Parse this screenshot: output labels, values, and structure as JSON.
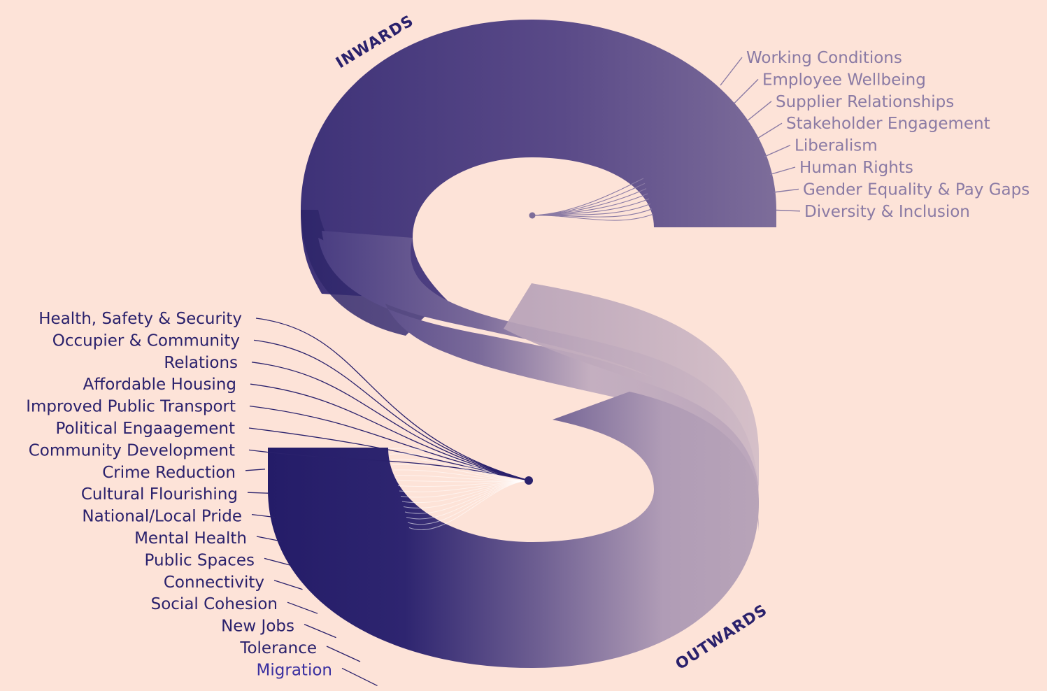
{
  "diagram": {
    "direction_top": "INWARDS",
    "direction_bottom": "OUTWARDS",
    "inward_topics": [
      "Working Conditions",
      "Employee Wellbeing",
      "Supplier Relationships",
      "Stakeholder Engagement",
      "Liberalism",
      "Human Rights",
      "Gender Equality & Pay Gaps",
      "Diversity & Inclusion"
    ],
    "outward_topics": [
      "Health, Safety & Security",
      "Occupier & Community",
      "Relations",
      "Affordable Housing",
      "Improved Public Transport",
      "Political Engaagement",
      "Community Development",
      "Crime Reduction",
      "Cultural Flourishing",
      "National/Local Pride",
      "Mental Health",
      "Public Spaces",
      "Connectivity",
      "Social Cohesion",
      "New Jobs",
      "Tolerance",
      "Migration"
    ]
  },
  "colors": {
    "background": "#fde3d8",
    "dark_purple": "#2a216c",
    "mid_purple": "#574a8c",
    "light_purple": "#7d6d9a",
    "pale_mauve": "#cdb8c4",
    "inward_text": "#8a7aa4",
    "outward_text": "#2a216c"
  }
}
